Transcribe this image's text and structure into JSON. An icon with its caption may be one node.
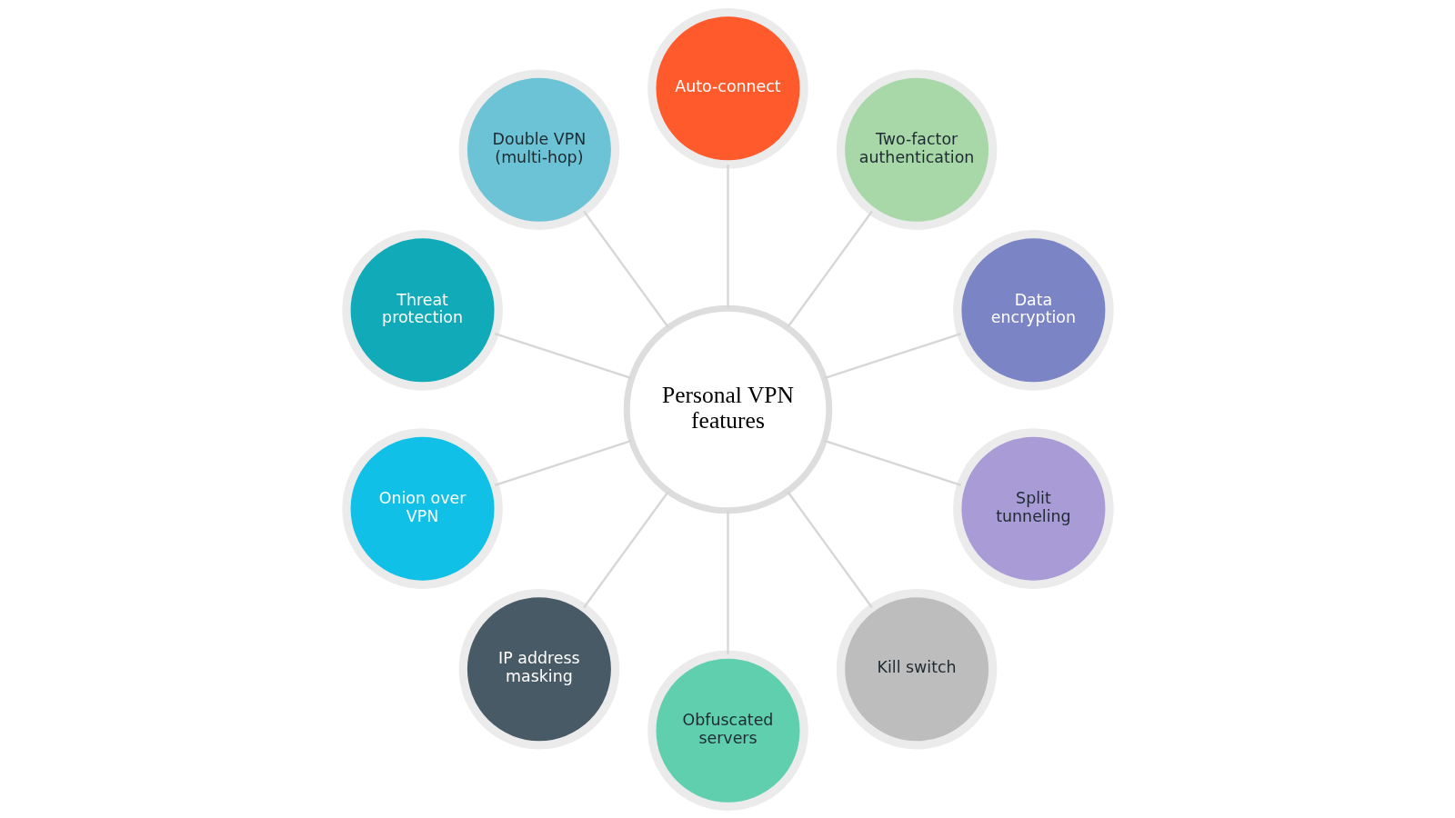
{
  "diagram": {
    "nodes": [
      {
        "text": [
          "Personal VPN features"
        ]
      },
      {
        "text": [
          "Data encryption"
        ]
      },
      {
        "text": [
          "Two-factor authentication"
        ]
      },
      {
        "text": [
          "Auto-connect"
        ]
      },
      {
        "text": [
          "Double VPN (multi-hop)"
        ]
      },
      {
        "text": [
          "Threat protection"
        ]
      },
      {
        "text": [
          "Onion over VPN"
        ]
      },
      {
        "text": [
          "IP address masking"
        ]
      },
      {
        "text": [
          "Obfuscated servers"
        ]
      },
      {
        "text": [
          "Kill switch"
        ]
      },
      {
        "text": [
          "Split tunneling"
        ]
      }
    ],
    "edges": [
      {
        "from": 9,
        "to": 0,
        "arrow": "none"
      },
      {
        "from": 7,
        "to": 0,
        "arrow": "none"
      },
      {
        "from": 1,
        "to": 0,
        "arrow": "none"
      },
      {
        "from": 5,
        "to": 0,
        "arrow": "none"
      },
      {
        "from": 2,
        "to": 0,
        "arrow": "none"
      },
      {
        "from": 3,
        "to": 0,
        "arrow": "none"
      },
      {
        "from": 6,
        "to": 0,
        "arrow": "none"
      },
      {
        "from": 4,
        "to": 0,
        "arrow": "none"
      },
      {
        "from": 8,
        "to": 0,
        "arrow": "none"
      },
      {
        "from": 10,
        "to": 0,
        "arrow": "none"
      }
    ]
  }
}
